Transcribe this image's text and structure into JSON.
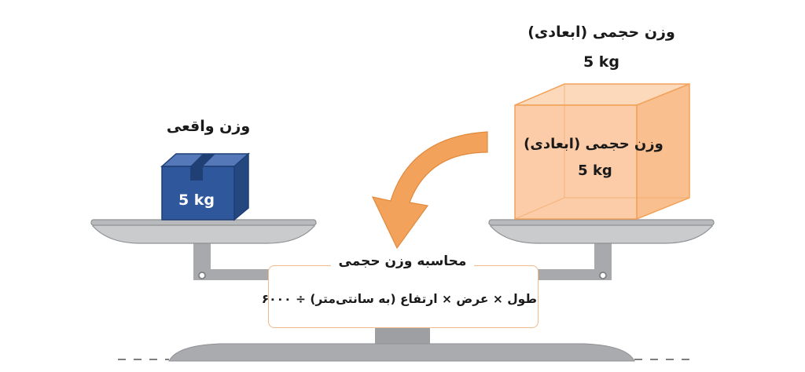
{
  "volumetric": {
    "title": "وزن حجمی (ابعادی)",
    "value": "5 kg",
    "box_title": "وزن حجمی (ابعادی)",
    "box_value": "5 kg"
  },
  "actual": {
    "title": "وزن واقعی",
    "value": "5 kg"
  },
  "formula": {
    "title": "محاسبه وزن حجمی",
    "expression": "طول × عرض × ارتفاع (به سانتی‌متر) ÷ ۶۰۰۰"
  },
  "colors": {
    "package_blue": "#2f579c",
    "volume_orange": "#fbc79d",
    "arrow_orange": "#f2a25a",
    "scale_gray": "#a7a9ac"
  }
}
